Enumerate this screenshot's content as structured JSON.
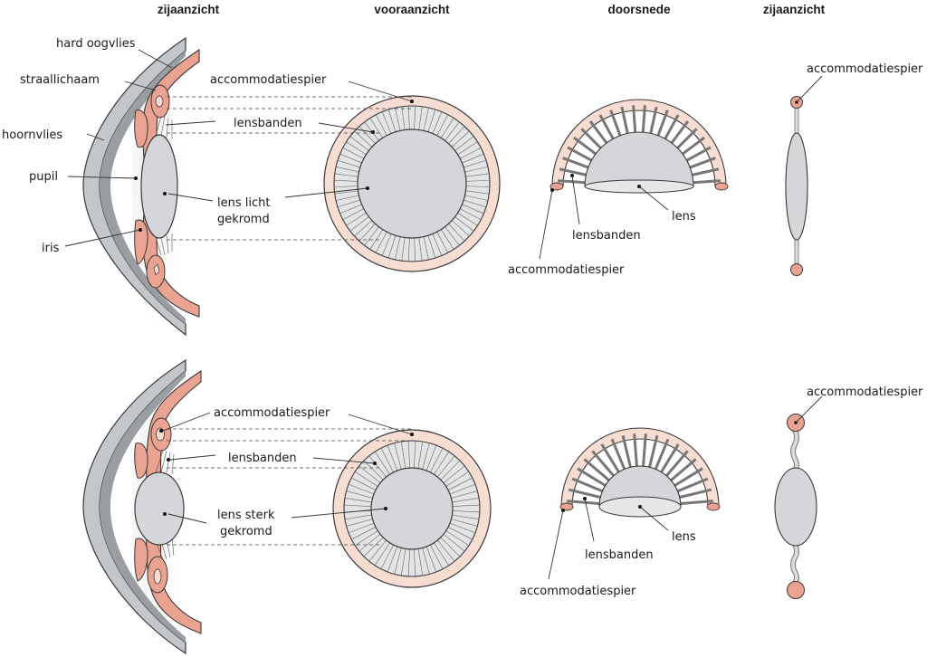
{
  "headers": [
    "zijaanzicht",
    "vooraanzicht",
    "doorsnede",
    "zijaanzicht"
  ],
  "colors": {
    "muscle": "#e9a390",
    "muscle_light": "#f7dcd2",
    "lens": "#d4d6d9",
    "sclera": "#bfc2c6",
    "outline": "#3a3a3a",
    "band": "#f0f1f2"
  },
  "top": {
    "side_labels": {
      "hard_oogvlies": "hard oogvlies",
      "straallichaam": "straallichaam",
      "hoornvlies": "hoornvlies",
      "pupil": "pupil",
      "iris": "iris"
    },
    "front_labels": {
      "accommodatiespier": "accommodatiespier",
      "lensbanden": "lensbanden",
      "lens_line1": "lens licht",
      "lens_line2": "gekromd"
    },
    "section_labels": {
      "lens": "lens",
      "lensbanden": "lensbanden",
      "accommodatiespier": "accommodatiespier"
    },
    "right_labels": {
      "accommodatiespier": "accommodatiespier"
    }
  },
  "bottom": {
    "front_labels": {
      "accommodatiespier": "accommodatiespier",
      "lensbanden": "lensbanden",
      "lens_line1": "lens sterk",
      "lens_line2": "gekromd"
    },
    "section_labels": {
      "lens": "lens",
      "lensbanden": "lensbanden",
      "accommodatiespier": "accommodatiespier"
    },
    "right_labels": {
      "accommodatiespier": "accommodatiespier"
    }
  }
}
